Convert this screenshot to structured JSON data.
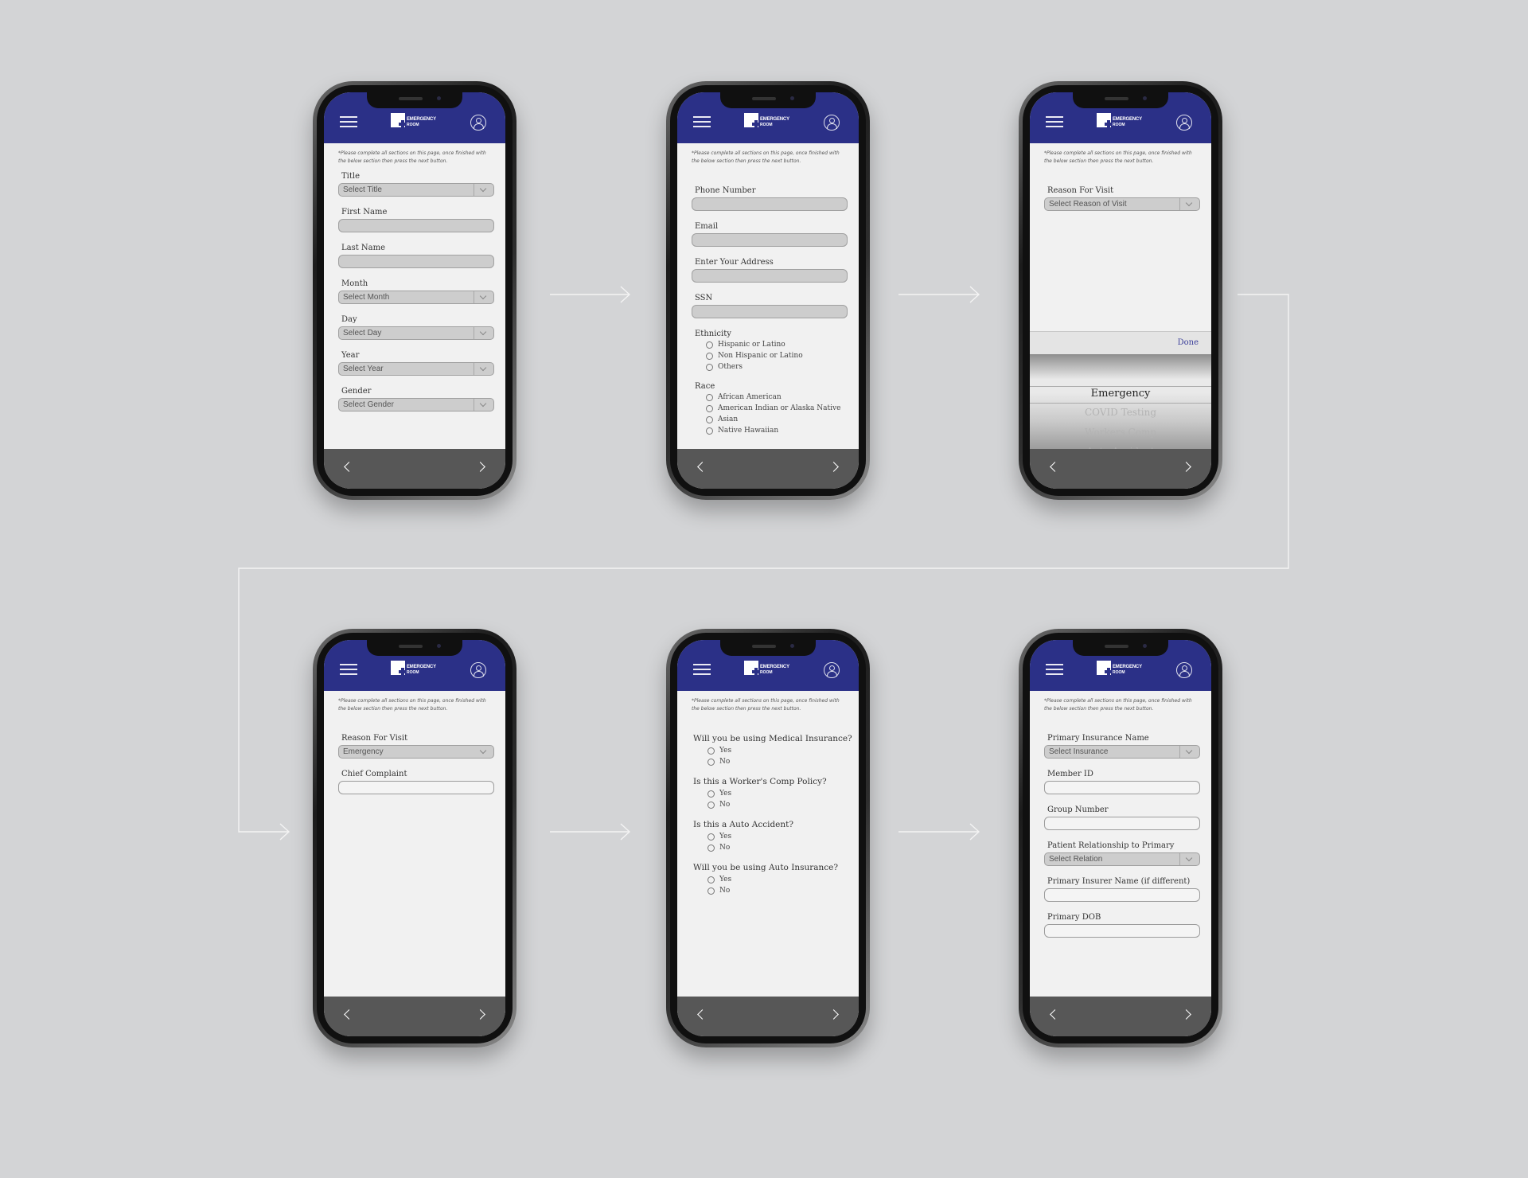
{
  "note": "*Please complete all sections on this page, once finished with the below section then press the next button.",
  "logo": {
    "top": "",
    "mid": "EMERGENCY",
    "bottom": "ROOM"
  },
  "screen1": {
    "title_label": "Title",
    "title_value": "Select Title",
    "first_label": "First Name",
    "last_label": "Last Name",
    "month_label": "Month",
    "month_value": "Select Month",
    "day_label": "Day",
    "day_value": "Select Day",
    "year_label": "Year",
    "year_value": "Select Year",
    "gender_label": "Gender",
    "gender_value": "Select Gender"
  },
  "screen2": {
    "phone_label": "Phone Number",
    "email_label": "Email",
    "address_label": "Enter Your Address",
    "ssn_label": "SSN",
    "ethnicity_label": "Ethnicity",
    "ethnicity": [
      "Hispanic or Latino",
      "Non Hispanic or Latino",
      "Others"
    ],
    "race_label": "Race",
    "race": [
      "African American",
      "American Indian or Alaska Native",
      "Asian",
      "Native Hawaiian"
    ]
  },
  "screen3": {
    "reason_label": "Reason For Visit",
    "reason_value": "Select Reason of Visit",
    "done": "Done",
    "options": [
      "Emergency",
      "COVID Testing",
      "Workers Comp",
      "Auto Accident"
    ]
  },
  "screen4": {
    "reason_label": "Reason For Visit",
    "reason_value": "Emergency",
    "complaint_label": "Chief Complaint"
  },
  "screen5": {
    "q1": "Will you be using Medical Insurance?",
    "q2": "Is this a Worker's Comp Policy?",
    "q3": "Is this a Auto Accident?",
    "q4": "Will you be using Auto Insurance?",
    "yes": "Yes",
    "no": "No"
  },
  "screen6": {
    "ins_label": "Primary Insurance Name",
    "ins_value": "Select Insurance",
    "member_label": "Member ID",
    "group_label": "Group Number",
    "rel_label": "Patient Relationship to Primary",
    "rel_value": "Select Relation",
    "insurer_label": "Primary Insurer Name (if different)",
    "dob_label": "Primary DOB"
  },
  "colors": {
    "header": "#2b3087",
    "footer": "#575757",
    "screen": "#f1f1f1",
    "background": "#d3d4d6"
  }
}
